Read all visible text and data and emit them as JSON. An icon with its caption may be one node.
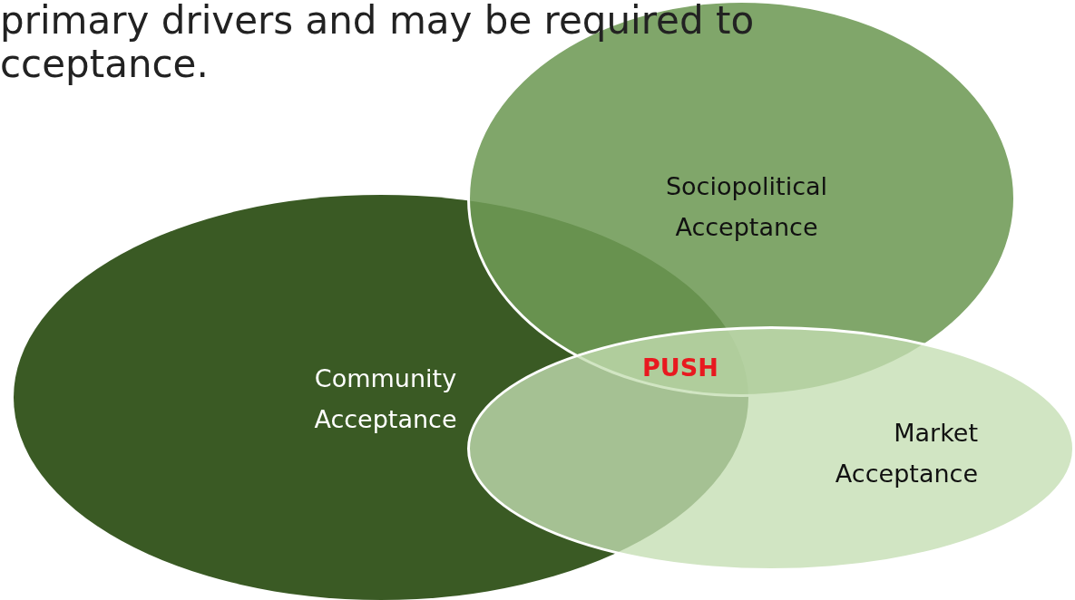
{
  "diagram": {
    "nodes": [
      {
        "text": [
          "Sociopolitical Acceptance"
        ]
      },
      {
        "text": [
          "Community Acceptance"
        ]
      },
      {
        "text": [
          "Market Acceptance"
        ]
      }
    ],
    "edges": [],
    "labels": [
      "primary drivers and may be required to",
      "cceptance.",
      "PUSH"
    ]
  }
}
